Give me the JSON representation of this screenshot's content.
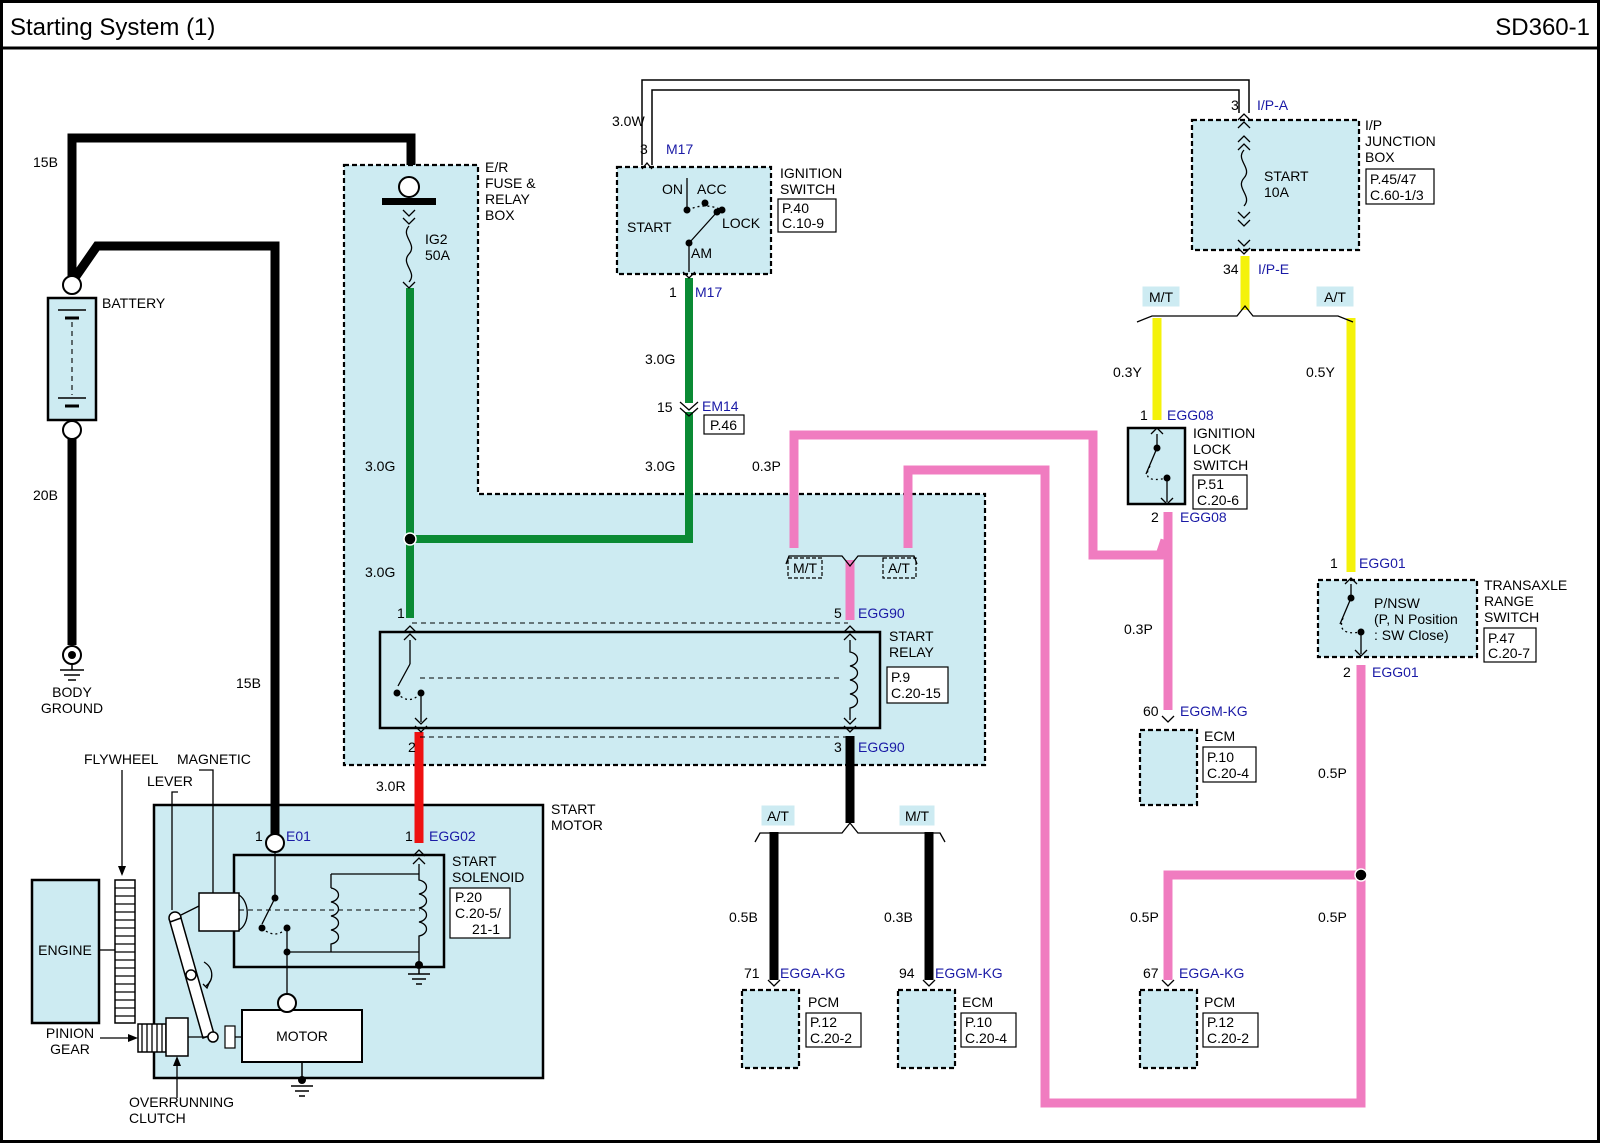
{
  "header": {
    "title": "Starting System (1)",
    "page_code": "SD360-1"
  },
  "colors": {
    "box_fill": "#cdebf2",
    "connector_text": "#1a1aa6",
    "wire_black": "#000000",
    "wire_green": "#0a8a34",
    "wire_red": "#ee1111",
    "wire_pink": "#f07cc0",
    "wire_yellow": "#f4f20a"
  },
  "battery": {
    "label": "BATTERY",
    "ground_label_1": "BODY",
    "ground_label_2": "GROUND",
    "wire_top": "15B",
    "wire_bottom": "20B"
  },
  "wires": {
    "batt_to_motor": "15B",
    "ig_left_upper": "3.0G",
    "ig_left_lower": "3.0G",
    "ign_out_upper": "3.0G",
    "ign_out_lower": "3.0G",
    "ign_feed": "3.0W",
    "relay_to_solenoid": "3.0R",
    "lock_feed": "0.3P",
    "lock_in": "0.3Y",
    "prnd_in": "0.5Y",
    "lock_to_ecm": "0.3P",
    "prnd_out": "0.5P",
    "pcm_mt": "0.5B",
    "ecm_mt": "0.3B",
    "pcm_at_left": "0.5P",
    "pcm_at_right": "0.5P"
  },
  "er_fuse_box": {
    "name_1": "E/R",
    "name_2": "FUSE &",
    "name_3": "RELAY",
    "name_4": "BOX",
    "fuse_name": "IG2",
    "fuse_rating": "50A"
  },
  "ignition_switch": {
    "name_1": "IGNITION",
    "name_2": "SWITCH",
    "positions": {
      "on": "ON",
      "acc": "ACC",
      "start": "START",
      "lock": "LOCK",
      "am": "AM"
    },
    "ref_page": "P.40",
    "ref_conn": "C.10-9",
    "top_pin": "3",
    "top_conn": "M17",
    "bottom_pin": "1",
    "bottom_conn": "M17"
  },
  "em14": {
    "pin": "15",
    "conn": "EM14",
    "ref": "P.46"
  },
  "ip_junction_box": {
    "name_1": "I/P",
    "name_2": "JUNCTION",
    "name_3": "BOX",
    "fuse_name": "START",
    "fuse_rating": "10A",
    "ref_page": "P.45/47",
    "ref_conn": "C.60-1/3",
    "top_pin": "3",
    "top_conn": "I/P-A",
    "bottom_pin": "34",
    "bottom_conn": "I/P-E"
  },
  "options": {
    "mt": "M/T",
    "at": "A/T"
  },
  "ignition_lock_switch": {
    "name_1": "IGNITION",
    "name_2": "LOCK",
    "name_3": "SWITCH",
    "ref_page": "P.51",
    "ref_conn": "C.20-6",
    "top_pin": "1",
    "top_conn": "EGG08",
    "bottom_pin": "2",
    "bottom_conn": "EGG08"
  },
  "transaxle_range_switch": {
    "name_1": "TRANSAXLE",
    "name_2": "RANGE",
    "name_3": "SWITCH",
    "inner_1": "P/NSW",
    "inner_2": "(P, N Position",
    "inner_3": ": SW Close)",
    "ref_page": "P.47",
    "ref_conn": "C.20-7",
    "top_pin": "1",
    "top_conn": "EGG01",
    "bottom_pin": "2",
    "bottom_conn": "EGG01"
  },
  "start_relay": {
    "name_1": "START",
    "name_2": "RELAY",
    "ref_page": "P.9",
    "ref_conn": "C.20-15",
    "pin1": "1",
    "pin2": "2",
    "pin5": "5",
    "pin5_conn": "EGG90",
    "pin3": "3",
    "pin3_conn": "EGG90"
  },
  "start_motor": {
    "name_1": "START",
    "name_2": "MOTOR",
    "engine": "ENGINE",
    "flywheel": "FLYWHEEL",
    "magnetic": "MAGNETIC",
    "lever": "LEVER",
    "pinion_1": "PINION",
    "pinion_2": "GEAR",
    "clutch_1": "OVERRUNNING",
    "clutch_2": "CLUTCH",
    "motor": "MOTOR",
    "solenoid_1": "START",
    "solenoid_2": "SOLENOID",
    "ref_page": "P.20",
    "ref_conn_1": "C.20-5/",
    "ref_conn_2": "21-1",
    "e01_pin": "1",
    "e01_conn": "E01",
    "egg02_pin": "1",
    "egg02_conn": "EGG02"
  },
  "ecm_mid": {
    "name": "ECM",
    "ref_page": "P.10",
    "ref_conn": "C.20-4",
    "pin": "60",
    "conn": "EGGM-KG"
  },
  "pcm_mt": {
    "name": "PCM",
    "ref_page": "P.12",
    "ref_conn": "C.20-2",
    "pin": "71",
    "conn": "EGGA-KG"
  },
  "ecm_mt": {
    "name": "ECM",
    "ref_page": "P.10",
    "ref_conn": "C.20-4",
    "pin": "94",
    "conn": "EGGM-KG"
  },
  "pcm_at": {
    "name": "PCM",
    "ref_page": "P.12",
    "ref_conn": "C.20-2",
    "pin": "67",
    "conn": "EGGA-KG"
  }
}
